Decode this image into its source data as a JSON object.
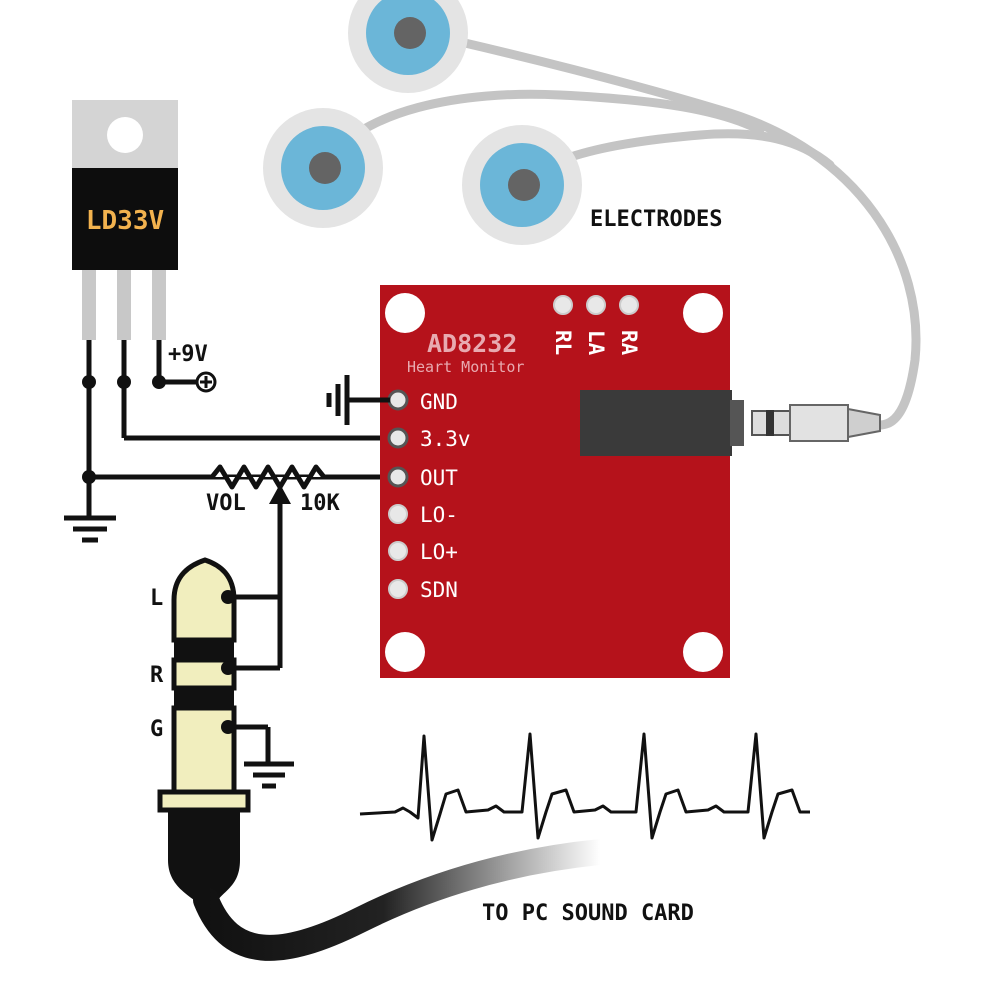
{
  "regulator": {
    "label": "LD33V",
    "input_label": "+9V"
  },
  "module": {
    "title": "AD8232",
    "subtitle": "Heart Monitor",
    "pins": [
      "GND",
      "3.3v",
      "OUT",
      "LO-",
      "LO+",
      "SDN"
    ],
    "electrode_pins": [
      "RL",
      "LA",
      "RA"
    ]
  },
  "potentiometer": {
    "left_label": "VOL",
    "right_label": "10K"
  },
  "audio_plug": {
    "labels": [
      "L",
      "R",
      "G"
    ]
  },
  "electrodes_label": "ELECTRODES",
  "output_label": "TO PC SOUND CARD",
  "colors": {
    "board": "#b5121b",
    "electrode": "#6bb6d8",
    "electrode_pad": "#e4e4e4",
    "cable": "#c4c4c4",
    "plug": "#f1eebe",
    "wire": "#111111"
  }
}
